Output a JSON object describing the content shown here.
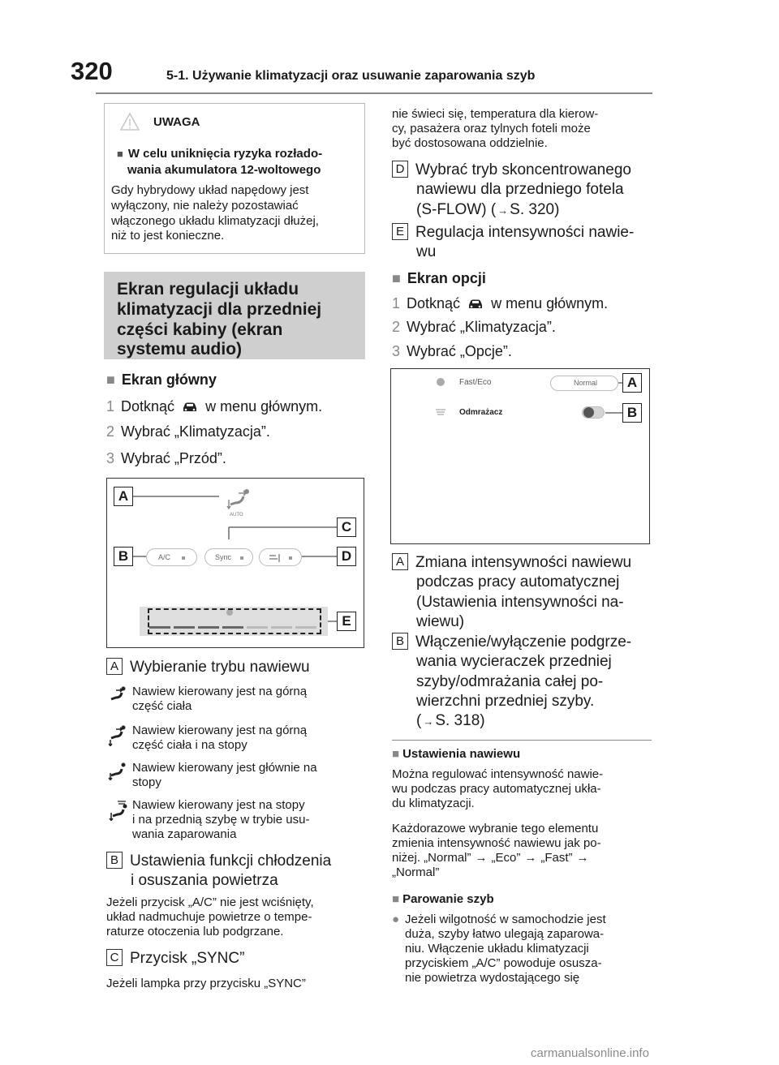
{
  "header": {
    "page_number": "320",
    "title": "5-1. Używanie klimatyzacji oraz usuwanie zaparowania szyb"
  },
  "warning": {
    "title": "UWAGA",
    "subtitle_line1": "W celu uniknięcia ryzyka rozłado-",
    "subtitle_line2": "wania akumulatora 12-woltowego",
    "body": [
      "Gdy hybrydowy układ napędowy jest",
      "wyłączony, nie należy pozostawiać",
      "włączonego układu klimatyzacji dłużej,",
      "niż to jest konieczne."
    ]
  },
  "section_heading": [
    "Ekran regulacji układu",
    "klimatyzacji dla przedniej",
    "części kabiny (ekran",
    "systemu audio)"
  ],
  "main_screen": {
    "heading": "Ekran główny",
    "steps": [
      {
        "num": "1",
        "before": "Dotknąć",
        "after": "w menu głównym."
      },
      {
        "num": "2",
        "text": "Wybrać „Klimatyzacja”."
      },
      {
        "num": "3",
        "text": "Wybrać „Przód”."
      }
    ]
  },
  "fig1": {
    "labels": [
      "A",
      "B",
      "C",
      "D",
      "E"
    ],
    "auto_text": "AUTO",
    "ac_text": "A/C",
    "sync_text": "Sync"
  },
  "def_a": {
    "letter": "A",
    "title": "Wybieranie trybu nawiewu"
  },
  "airflow": [
    {
      "icon": "airflow-face-icon",
      "lines": [
        "Nawiew kierowany jest na górną",
        "część ciała"
      ]
    },
    {
      "icon": "airflow-face-feet-icon",
      "lines": [
        "Nawiew kierowany jest na górną",
        "część ciała i na stopy"
      ]
    },
    {
      "icon": "airflow-feet-icon",
      "lines": [
        "Nawiew kierowany jest głównie na",
        "stopy"
      ]
    },
    {
      "icon": "airflow-feet-defrost-icon",
      "lines": [
        "Nawiew kierowany jest na stopy",
        "i na przednią szybę w trybie usu-",
        "wania zaparowania"
      ]
    }
  ],
  "def_b": {
    "letter": "B",
    "title": [
      "Ustawienia funkcji chłodzenia",
      "i osuszania powietrza"
    ],
    "body": [
      "Jeżeli przycisk „A/C” nie jest wciśnięty,",
      "układ nadmuchuje powietrze o tempe-",
      "raturze otoczenia lub podgrzane."
    ]
  },
  "def_c": {
    "letter": "C",
    "title": "Przycisk „SYNC”",
    "body": "Jeżeli lampka przy przycisku „SYNC”"
  },
  "right_top": [
    "nie świeci się, temperatura dla kierow-",
    "cy, pasażera oraz tylnych foteli może",
    "być dostosowana oddzielnie."
  ],
  "def_d": {
    "letter": "D",
    "lines": [
      "Wybrać tryb skoncentrowanego",
      "nawiewu dla przedniego fotela",
      "(S-FLOW) (",
      "S. 320)"
    ]
  },
  "def_e": {
    "letter": "E",
    "lines": [
      "Regulacja intensywności nawie-",
      "wu"
    ]
  },
  "options_screen": {
    "heading": "Ekran opcji",
    "steps": [
      {
        "num": "1",
        "before": "Dotknąć",
        "after": "w menu głównym."
      },
      {
        "num": "2",
        "text": "Wybrać „Klimatyzacja”."
      },
      {
        "num": "3",
        "text": "Wybrać „Opcje”."
      }
    ]
  },
  "fig2": {
    "row1": "Fast/Eco",
    "pill": "Normal",
    "row2": "Odmrażacz",
    "labels": [
      "A",
      "B"
    ]
  },
  "def_a2": {
    "letter": "A",
    "lines": [
      "Zmiana intensywności nawiewu",
      "podczas pracy automatycznej",
      "(Ustawienia intensywności na-",
      "wiewu)"
    ]
  },
  "def_b2": {
    "letter": "B",
    "lines": [
      "Włączenie/wyłączenie podgrze-",
      "wania wycieraczek przedniej",
      "szyby/odmrażania całej po-",
      "wierzchni przedniej szyby.",
      "(",
      "S. 318)"
    ]
  },
  "fan_settings": {
    "heading": "Ustawienia nawiewu",
    "p1": [
      "Można regulować intensywność nawie-",
      "wu podczas pracy automatycznej ukła-",
      "du klimatyzacji."
    ],
    "p2": [
      "Każdorazowe wybranie tego elementu",
      "zmienia intensywność nawiewu jak po-",
      "niżej. „Normal”",
      "„Eco”",
      "„Fast”",
      "„Normal”"
    ]
  },
  "defog": {
    "heading": "Parowanie szyb",
    "lines": [
      "Jeżeli wilgotność w samochodzie jest",
      "duża, szyby łatwo ulegają zaparowa-",
      "niu. Włączenie układu klimatyzacji",
      "przyciskiem „A/C” powoduje osusza-",
      "nie powietrza wydostającego się"
    ]
  },
  "watermark": "carmanualsonline.info"
}
